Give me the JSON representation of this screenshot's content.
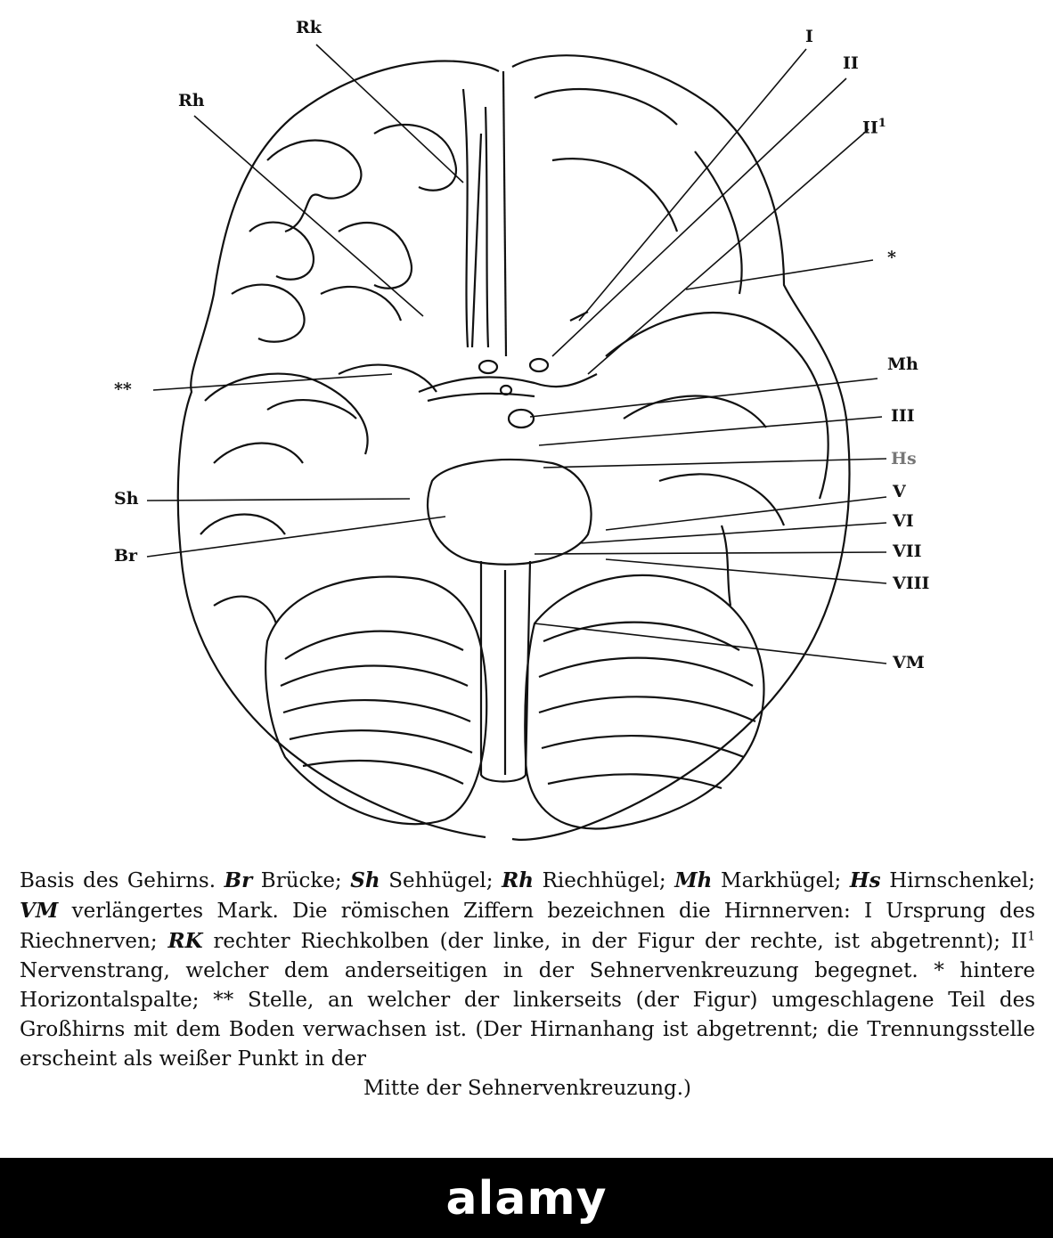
{
  "labels": {
    "rk": "Rk",
    "rh": "Rh",
    "i": "I",
    "ii": "II",
    "ii1": "II",
    "ii1_sup": "1",
    "star": "*",
    "double_star": "**",
    "mh": "Mh",
    "iii": "III",
    "hs": "Hs",
    "sh": "Sh",
    "br": "Br",
    "v": "V",
    "vi": "VI",
    "vii": "VII",
    "viii": "VIII",
    "vm": "VM"
  },
  "caption": {
    "title": "Basis des Gehirns.",
    "br_abbr": "Br",
    "br_text": "Brücke;",
    "sh_abbr": "Sh",
    "sh_text": "Sehhügel;",
    "rh_abbr": "Rh",
    "rh_text": "Riechhügel;",
    "mh_abbr": "Mh",
    "mh_text": "Markhügel;",
    "hs_abbr": "Hs",
    "hs_text": "Hirnschenkel;",
    "vm_abbr": "VM",
    "vm_text": "verlängertes Mark.",
    "roman_text": "Die römischen Ziffern bezeichnen die Hirnnerven: I Ursprung des Riechnerven;",
    "rk_abbr": "RK",
    "rk_text": "rechter Riechkolben (der linke, in der Figur der rechte, ist abgetrennt);",
    "ii1_abbr": "II",
    "ii1_sup": "1",
    "ii1_text": "Nervenstrang, welcher dem anderseitigen in der Sehnervenkreuzung begegnet.",
    "star_text": "* hintere Horizontalspalte;",
    "double_star_text": "** Stelle, an welcher der linkerseits (der Figur) umgeschlagene Teil des Großhirns mit dem Boden verwachsen ist. (Der Hirnanhang ist abgetrennt; die Trennungsstelle erscheint als weißer Punkt in der",
    "last_line": "Mitte der Sehnervenkreuzung.)"
  },
  "watermark": "alamy",
  "colors": {
    "ink": "#111111",
    "paper": "#ffffff",
    "footer": "#000000",
    "hs_label": "#777777"
  }
}
